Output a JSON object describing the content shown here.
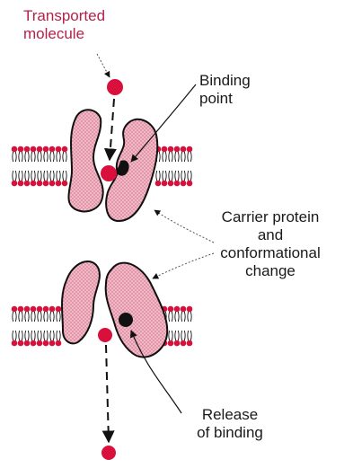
{
  "labels": {
    "transported_molecule": [
      "Transported",
      "molecule"
    ],
    "binding_point": [
      "Binding",
      "point"
    ],
    "carrier_protein": [
      "Carrier protein",
      "and",
      "conformational",
      "change"
    ],
    "release": [
      "Release",
      "of binding"
    ]
  },
  "colors": {
    "accent_text": "#b4224a",
    "molecule": "#d9103c",
    "protein_fill": "#f2b8c6",
    "protein_stroke": "#111111",
    "lipid_head": "#d9103c",
    "ink": "#111111"
  }
}
